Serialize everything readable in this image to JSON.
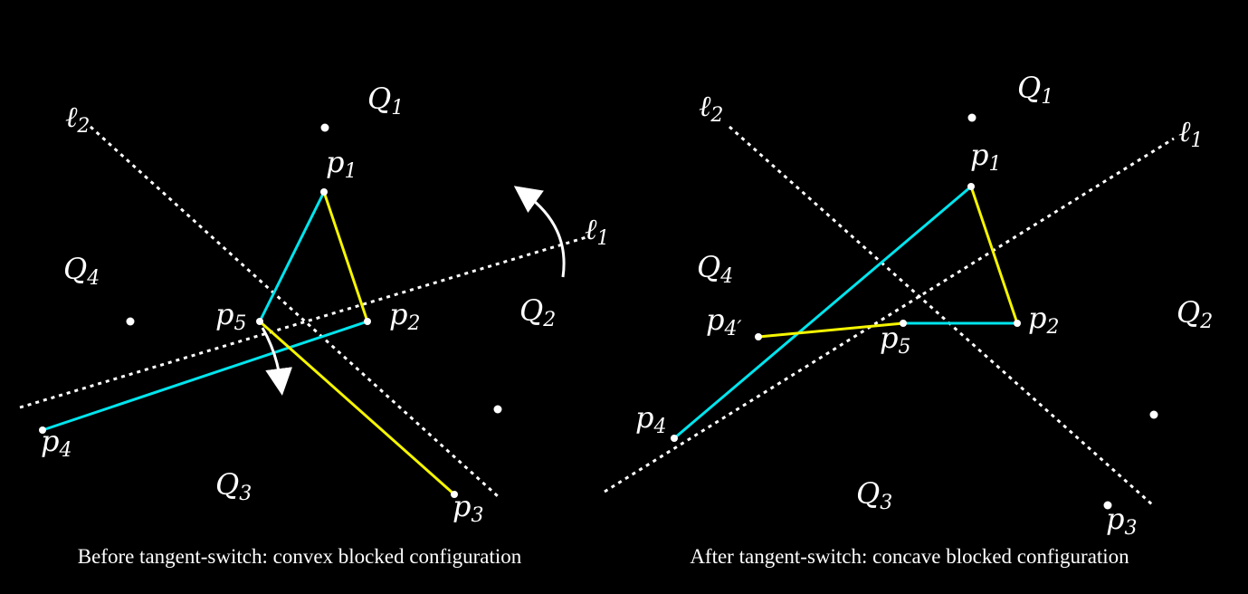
{
  "colors": {
    "background": "#000000",
    "cyan": "#00e5ee",
    "yellow": "#f5f500",
    "white": "#ffffff"
  },
  "left_panel": {
    "caption": "Before tangent-switch: convex blocked configuration",
    "labels": {
      "Q1": {
        "main": "Q",
        "sub": "1"
      },
      "Q2": {
        "main": "Q",
        "sub": "2"
      },
      "Q3": {
        "main": "Q",
        "sub": "3"
      },
      "Q4": {
        "main": "Q",
        "sub": "4"
      },
      "l1": {
        "main": "ℓ",
        "sub": "1"
      },
      "l2": {
        "main": "ℓ",
        "sub": "2"
      },
      "p1": {
        "main": "p",
        "sub": "1"
      },
      "p2": {
        "main": "p",
        "sub": "2"
      },
      "p3": {
        "main": "p",
        "sub": "3"
      },
      "p4": {
        "main": "p",
        "sub": "4"
      },
      "p5": {
        "main": "p",
        "sub": "5"
      }
    }
  },
  "right_panel": {
    "caption": "After tangent-switch: concave blocked configuration",
    "labels": {
      "Q1": {
        "main": "Q",
        "sub": "1"
      },
      "Q2": {
        "main": "Q",
        "sub": "2"
      },
      "Q3": {
        "main": "Q",
        "sub": "3"
      },
      "Q4": {
        "main": "Q",
        "sub": "4"
      },
      "l1": {
        "main": "ℓ",
        "sub": "1"
      },
      "l2": {
        "main": "ℓ",
        "sub": "2"
      },
      "p1": {
        "main": "p",
        "sub": "1"
      },
      "p2": {
        "main": "p",
        "sub": "2"
      },
      "p3": {
        "main": "p",
        "sub": "3"
      },
      "p4": {
        "main": "p",
        "sub": "4"
      },
      "p5": {
        "main": "p",
        "sub": "5"
      },
      "p4prime": {
        "main": "p",
        "sub": "4′"
      }
    }
  }
}
